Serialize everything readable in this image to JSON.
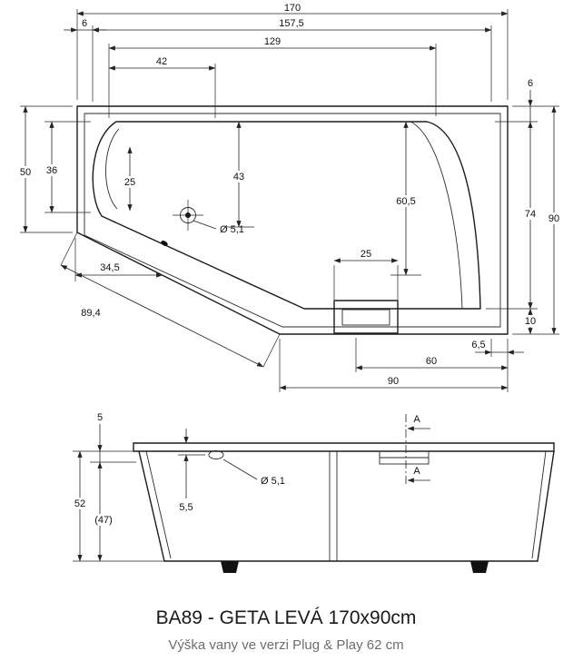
{
  "title": "BA89 - GETA LEVÁ 170x90cm",
  "subtitle": "Výška vany ve verzi Plug & Play 62 cm",
  "top_view": {
    "dim_overall_width": "170",
    "dim_left_rim": "6",
    "dim_157_5": "157,5",
    "dim_129": "129",
    "dim_42": "42",
    "dim_left_height": "50",
    "dim_36": "36",
    "dim_25_left": "25",
    "dim_43": "43",
    "drain_diameter": "Ø 5,1",
    "dim_60_5": "60,5",
    "dim_25_box": "25",
    "dim_34_5": "34,5",
    "dim_diagonal": "89,4",
    "dim_right_rim": "6",
    "dim_74": "74",
    "dim_right_height": "90",
    "dim_10": "10",
    "dim_6_5": "6,5",
    "dim_60": "60",
    "dim_bottom_width": "90"
  },
  "side_view": {
    "dim_5": "5",
    "dim_52": "52",
    "dim_47": "(47)",
    "dim_5_5": "5,5",
    "drain_diameter": "Ø 5,1",
    "section_label_top": "A",
    "section_label_bottom": "A"
  }
}
